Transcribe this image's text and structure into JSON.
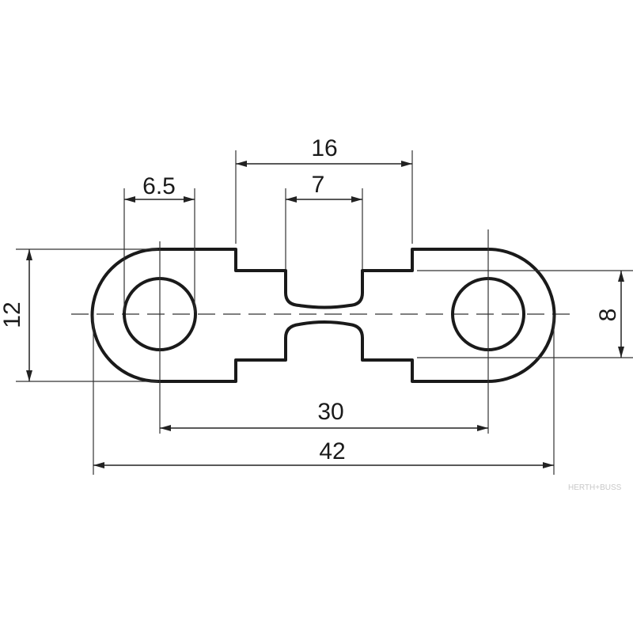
{
  "drawing": {
    "dimensions": {
      "overall_length": "42",
      "hole_spacing": "30",
      "center_width": "16",
      "neck_width": "7",
      "hole_diameter": "6.5",
      "height": "12",
      "inner_height": "8"
    },
    "watermark": "HERTH+BUSS",
    "colors": {
      "outline": "#1a1a1a",
      "dimension": "#333333",
      "background": "#ffffff"
    }
  }
}
